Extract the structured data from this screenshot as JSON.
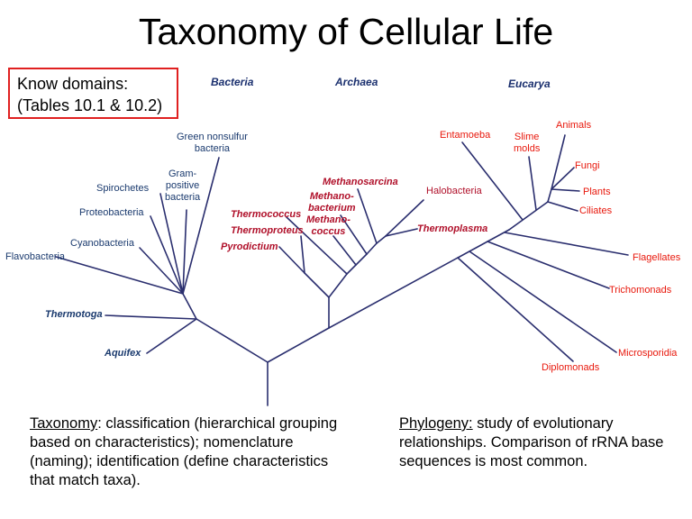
{
  "title": "Taxonomy of Cellular Life",
  "note": {
    "line1": "Know domains:",
    "line2": "(Tables 10.1 & 10.2)"
  },
  "domains": {
    "bacteria": "Bacteria",
    "archaea": "Archaea",
    "eucarya": "Eucarya"
  },
  "bacteria": {
    "green_nonsulfur": [
      "Green nonsulfur",
      "bacteria"
    ],
    "gram_positive": [
      "Gram-",
      "positive",
      "bacteria"
    ],
    "spirochetes": "Spirochetes",
    "proteobacteria": "Proteobacteria",
    "cyanobacteria": "Cyanobacteria",
    "flavobacteria": "Flavobacteria",
    "thermotoga": "Thermotoga",
    "aquifex": "Aquifex"
  },
  "archaea": {
    "methanosarcina": "Methanosarcina",
    "methanobacterium": [
      "Methano-",
      "bacterium"
    ],
    "thermococcus": "Thermococcus",
    "methanococcus": [
      "Methano-",
      "coccus"
    ],
    "thermoproteus": "Thermoproteus",
    "pyrodictium": "Pyrodictium",
    "halobacteria": "Halobacteria",
    "thermoplasma": "Thermoplasma"
  },
  "eucarya": {
    "entamoeba": "Entamoeba",
    "slime_molds": [
      "Slime",
      "molds"
    ],
    "animals": "Animals",
    "fungi": "Fungi",
    "plants": "Plants",
    "ciliates": "Ciliates",
    "flagellates": "Flagellates",
    "trichomonads": "Trichomonads",
    "microsporidia": "Microsporidia",
    "diplomonads": "Diplomonads"
  },
  "footer": {
    "taxonomy_term": "Taxonomy",
    "taxonomy_text": ":  classification (hierarchical grouping based on characteristics); nomenclature (naming); identification (define characteristics that match taxa).",
    "phylogeny_term": "Phylogeny:",
    "phylogeny_text": "  study of evolutionary relationships.  Comparison of rRNA base sequences is most common."
  },
  "colors": {
    "tree_line": "#2a2e6e",
    "bacteria": "#1a3a6e",
    "archaea": "#b0102a",
    "eucarya": "#e8180c",
    "note_border": "#e02020"
  }
}
